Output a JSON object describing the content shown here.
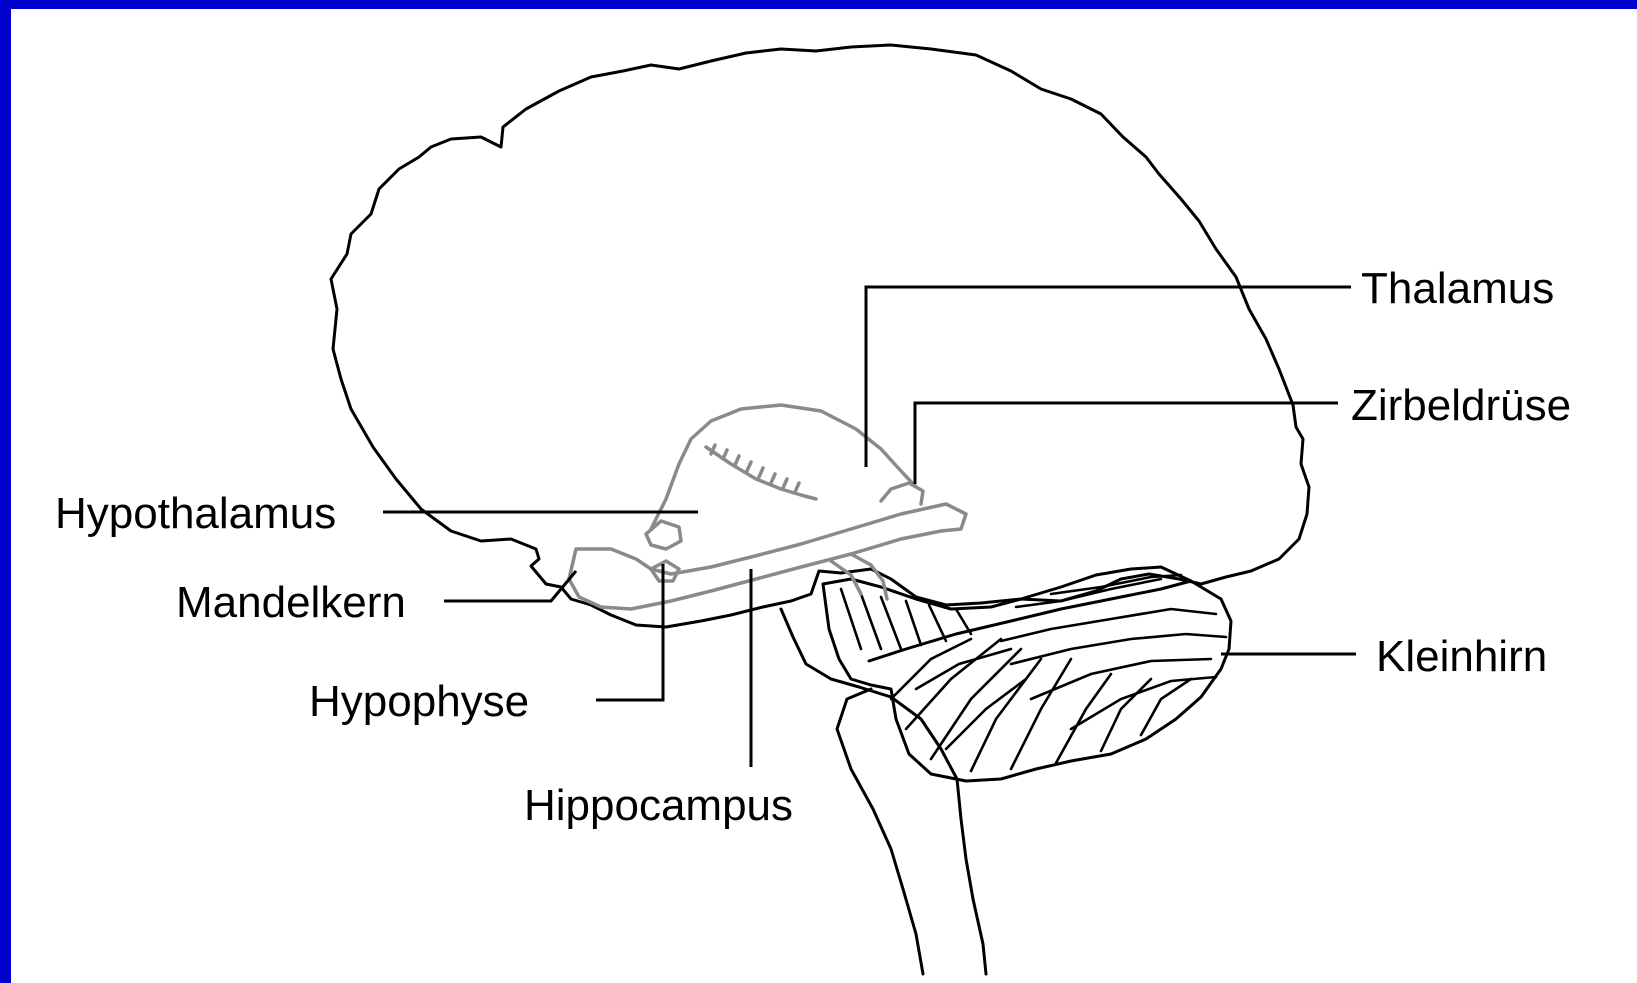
{
  "diagram": {
    "colors": {
      "border": "#0000cc",
      "background": "#ffffff",
      "structure_gray": "#8a8a8a",
      "line": "#000000"
    },
    "labels": {
      "thalamus": "Thalamus",
      "zirbeldruse": "Zirbeldrüse",
      "hypothalamus": "Hypothalamus",
      "mandelkern": "Mandelkern",
      "hypophyse": "Hypophyse",
      "hippocampus": "Hippocampus",
      "kleinhirn": "Kleinhirn"
    }
  }
}
